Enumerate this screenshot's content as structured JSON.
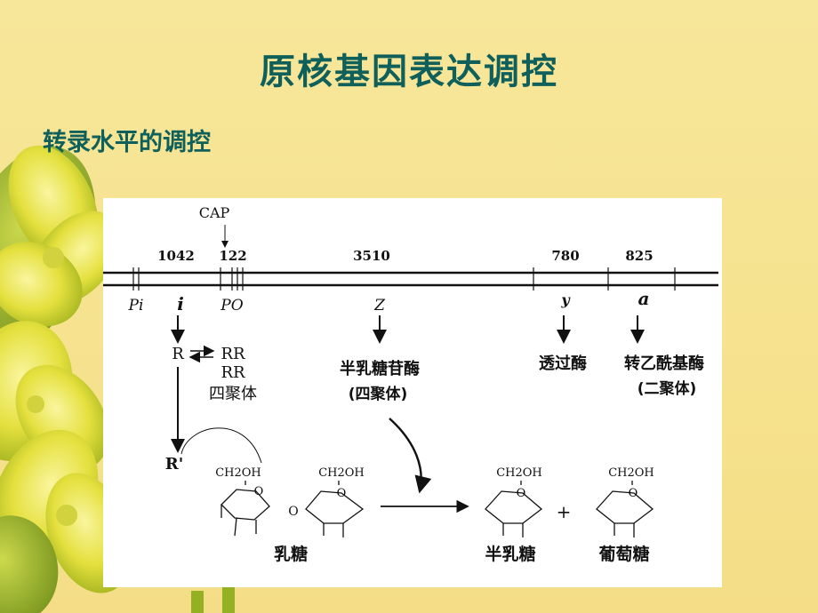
{
  "slide": {
    "title": "原核基因表达调控",
    "subtitle": "转录水平的调控"
  },
  "diagram": {
    "cap_label": "CAP",
    "segment_numbers": [
      "1042",
      "122",
      "3510",
      "780",
      "825"
    ],
    "gene_labels": {
      "pi": "Pi",
      "i": "i",
      "po": "PO",
      "z": "Z",
      "y": "y",
      "a": "a"
    },
    "repressor": {
      "r": "R",
      "rr1": "RR",
      "rr2": "RR",
      "tetramer": "四聚体",
      "r_prime": "R'"
    },
    "enzymes": {
      "z_name": "半乳糖苷酶",
      "z_note": "(四聚体)",
      "y_name": "透过酶",
      "a_name": "转乙酰基酶",
      "a_note": "(二聚体)"
    },
    "sugars": {
      "ch2oh": "CH2OH",
      "ring_o": "O",
      "link_o": "O",
      "plus": "+",
      "lactose": "乳糖",
      "galactose": "半乳糖",
      "glucose": "葡萄糖"
    }
  }
}
